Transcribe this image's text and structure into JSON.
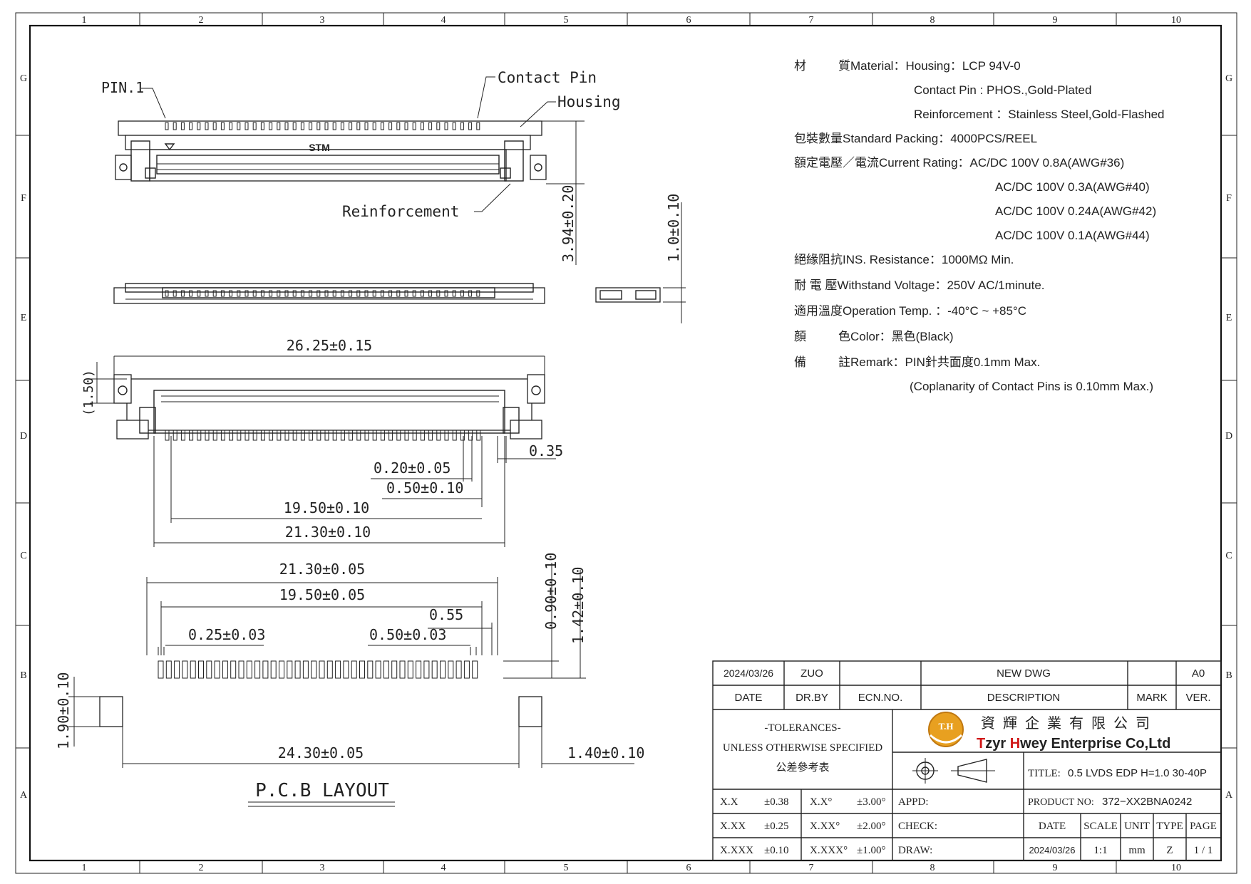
{
  "border": {
    "columns": [
      "1",
      "2",
      "3",
      "4",
      "5",
      "6",
      "7",
      "8",
      "9",
      "10"
    ],
    "rows": [
      "G",
      "F",
      "E",
      "D",
      "C",
      "B",
      "A"
    ]
  },
  "labels": {
    "pin1": "PIN.1",
    "contact_pin": "Contact Pin",
    "housing": "Housing",
    "reinforcement": "Reinforcement",
    "stm": "STM",
    "pcb_layout": "P.C.B LAYOUT"
  },
  "dims": {
    "h394": "3.94±0.20",
    "h10": "1.0±0.10",
    "w2625": "26.25±0.15",
    "h150": "(1.50)",
    "d035": "0.35",
    "d020": "0.20±0.05",
    "d050a": "0.50±0.10",
    "d1950a": "19.50±0.10",
    "d2130a": "21.30±0.10",
    "p2130": "21.30±0.05",
    "p1950": "19.50±0.05",
    "p055": "0.55",
    "p025": "0.25±0.03",
    "p050": "0.50±0.03",
    "p090": "0.90±0.10",
    "p142": "1.42±0.10",
    "p190": "1.90±0.10",
    "p2430": "24.30±0.05",
    "p140": "1.40±0.10"
  },
  "spec": {
    "mat_cn1": "材",
    "mat_cn2": "質Material：Housing：LCP 94V-0",
    "contact_pin": "Contact Pin : PHOS.,Gold-Plated",
    "reinforcement": "Reinforcement ：Stainless Steel,Gold-Flashed",
    "packing": "包裝數量Standard Packing：4000PCS/REEL",
    "current": "額定電壓／電流Current Rating：AC/DC 100V 0.8A(AWG#36)",
    "current2": "AC/DC 100V 0.3A(AWG#40)",
    "current3": "AC/DC 100V 0.24A(AWG#42)",
    "current4": "AC/DC 100V 0.1A(AWG#44)",
    "ins": "絕緣阻抗INS. Resistance：1000MΩ Min.",
    "withstand": "耐 電 壓Withstand Voltage：250V AC/1minute.",
    "temp": "適用溫度Operation Temp. ：-40°C ~ +85°C",
    "color_cn1": "顏",
    "color_cn2": "色Color：黑色(Black)",
    "remark_cn1": "備",
    "remark_cn2": "註Remark：PIN針共面度0.1mm Max.",
    "remark2": "(Coplanarity of Contact Pins is 0.10mm Max.)"
  },
  "titleblock": {
    "date_val": "2024/03/26",
    "drby_val": "ZUO",
    "desc_val": "NEW DWG",
    "ver_val": "A0",
    "h_date": "DATE",
    "h_drby": "DR.BY",
    "h_ecn": "ECN.NO.",
    "h_desc": "DESCRIPTION",
    "h_mark": "MARK",
    "h_ver": "VER.",
    "tol1": "-TOLERANCES-",
    "tol2": "UNLESS OTHERWISE SPECIFIED",
    "tol3": "公差參考表",
    "logo_text": "T.H",
    "company_cn": "資 輝 企 業 有 限 公 司",
    "company_t": "T",
    "company_zyr": "zyr ",
    "company_h": "H",
    "company_rest": "wey Enterprise Co,Ltd",
    "title_label": "TITLE:",
    "title_val": "0.5 LVDS EDP H=1.0 30-40P",
    "tol_r1a": "X.X",
    "tol_r1b": "±0.38",
    "tol_r1c": "X.X°",
    "tol_r1d": "±3.00°",
    "tol_r2a": "X.XX",
    "tol_r2b": "±0.25",
    "tol_r2c": "X.XX°",
    "tol_r2d": "±2.00°",
    "tol_r3a": "X.XXX",
    "tol_r3b": "±0.10",
    "tol_r3c": "X.XXX°",
    "tol_r3d": "±1.00°",
    "appd": "APPD:",
    "check": "CHECK:",
    "draw": "DRAW:",
    "product_label": "PRODUCT NO:",
    "product_val": "372−XX2BNA0242",
    "h_date2": "DATE",
    "h_scale": "SCALE",
    "h_unit": "UNIT",
    "h_type": "TYPE",
    "h_page": "PAGE",
    "v_date2": "2024/03/26",
    "v_scale": "1:1",
    "v_unit": "mm",
    "v_type": "Z",
    "v_page": "1 / 1"
  }
}
